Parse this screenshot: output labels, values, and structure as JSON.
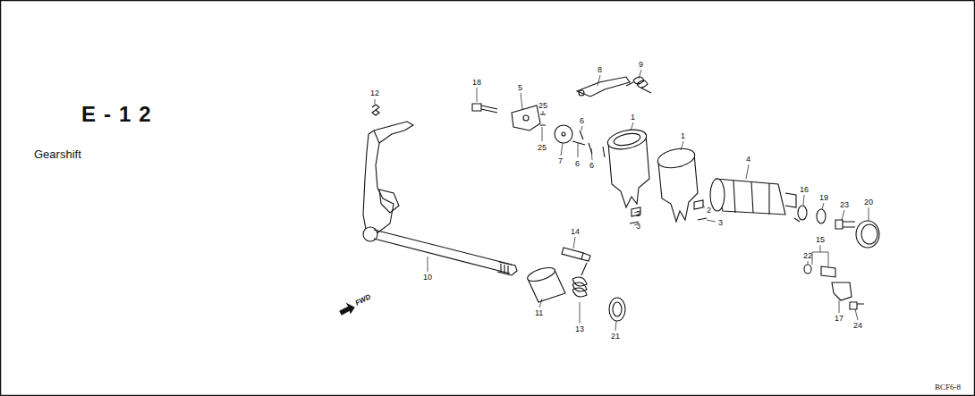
{
  "diagram": {
    "title": "E-12",
    "labels": [
      "Gearshift",
      "12",
      "18",
      "5",
      "25",
      "25",
      "8",
      "9",
      "6",
      "7",
      "6",
      "6",
      "1",
      "1",
      "4",
      "2",
      "3",
      "2",
      "3",
      "16",
      "19",
      "23",
      "20",
      "14",
      "15",
      "22",
      "10",
      "11",
      "13",
      "21",
      "17",
      "24",
      "FWD",
      "BCF6-8"
    ]
  }
}
